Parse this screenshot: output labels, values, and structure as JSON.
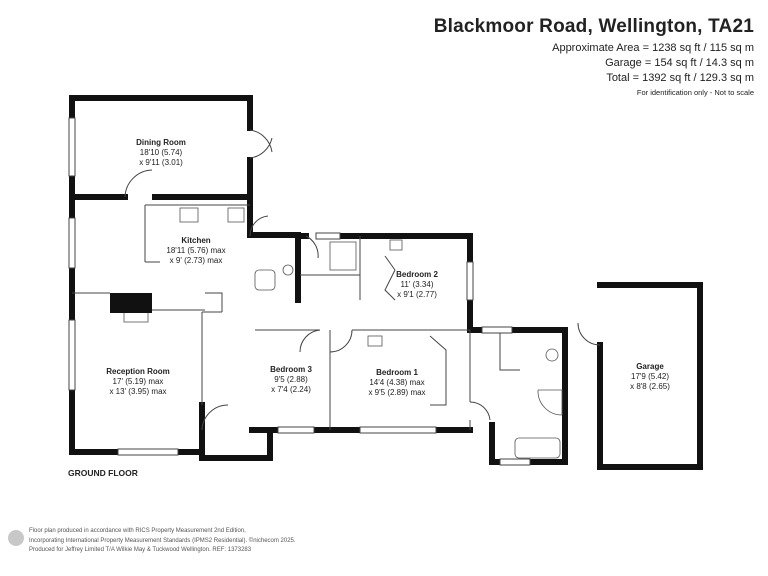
{
  "header": {
    "title": "Blackmoor Road, Wellington, TA21",
    "approx_area": "Approximate Area = 1238 sq ft / 115 sq m",
    "garage_area": "Garage = 154 sq ft / 14.3 sq m",
    "total_area": "Total = 1392 sq ft / 129.3 sq m",
    "note": "For identification only - Not to scale"
  },
  "rooms": {
    "dining": {
      "name": "Dining Room",
      "dim1": "18'10 (5.74)",
      "dim2": "x 9'11 (3.01)"
    },
    "kitchen": {
      "name": "Kitchen",
      "dim1": "18'11 (5.76) max",
      "dim2": "x 9' (2.73) max"
    },
    "reception": {
      "name": "Reception Room",
      "dim1": "17' (5.19) max",
      "dim2": "x 13' (3.95) max"
    },
    "bedroom3": {
      "name": "Bedroom 3",
      "dim1": "9'5 (2.88)",
      "dim2": "x 7'4 (2.24)"
    },
    "bedroom1": {
      "name": "Bedroom 1",
      "dim1": "14'4 (4.38) max",
      "dim2": "x 9'5 (2.89) max"
    },
    "bedroom2": {
      "name": "Bedroom 2",
      "dim1": "11' (3.34)",
      "dim2": "x 9'1 (2.77)"
    },
    "garage": {
      "name": "Garage",
      "dim1": "17'9 (5.42)",
      "dim2": "x 8'8 (2.65)"
    }
  },
  "floor_label": "GROUND FLOOR",
  "footer": {
    "line1": "Floor plan produced in accordance with RICS Property Measurement 2nd Edition,",
    "line2": "Incorporating International Property Measurement Standards (IPMS2 Residential). ©nichecom 2025.",
    "line3": "Produced for Jeffrey Limited T/A Wilkie May & Tuckwood Wellington.   REF: 1373283"
  }
}
